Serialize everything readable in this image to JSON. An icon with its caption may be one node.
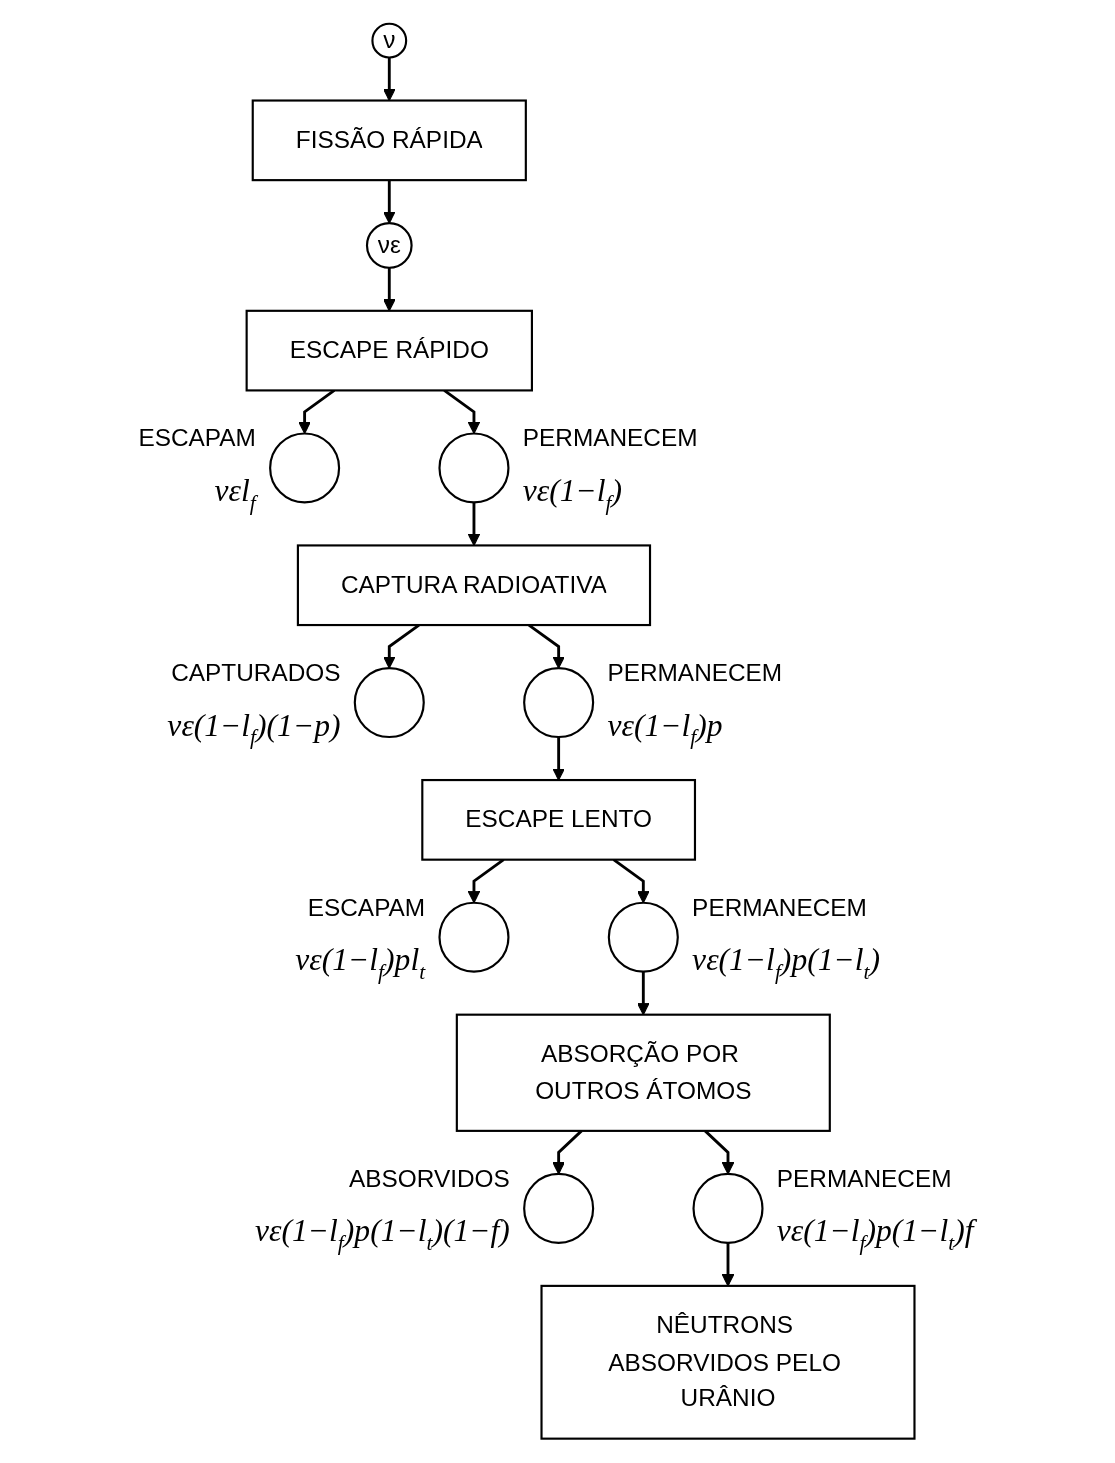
{
  "diagram": {
    "nodes": [
      {
        "text": [
          "ν"
        ]
      },
      {
        "text": [
          "FISSÃO RÁPIDA"
        ]
      },
      {
        "text": [
          "νε"
        ]
      },
      {
        "text": [
          "ESCAPE RÁPIDO"
        ]
      },
      {
        "text": [],
        "shape": "circle",
        "beside": [
          "ESCAPAM",
          "νεl$_{f}$"
        ]
      },
      {
        "text": [],
        "shape": "circle",
        "beside": [
          "PERMANECEM",
          "νε(1−l$_{f}$)"
        ]
      },
      {
        "text": [
          "CAPTURA RADIOATIVA"
        ]
      },
      {
        "text": [],
        "shape": "circle",
        "beside": [
          "CAPTURADOS",
          "νε(1−l$_{f}$)(1−p)"
        ]
      },
      {
        "text": [],
        "shape": "circle",
        "beside": [
          "PERMANECEM",
          "νε(1−l$_{f}$)p"
        ]
      },
      {
        "text": [
          "ESCAPE LENTO"
        ]
      },
      {
        "text": [],
        "shape": "circle",
        "beside": [
          "ESCAPAM",
          "νε(1−l$_{f}$)pl$_{t}$"
        ]
      },
      {
        "text": [],
        "shape": "circle",
        "beside": [
          "PERMANECEM",
          "νε(1−l$_{f}$)p(1−l$_{t}$)"
        ]
      },
      {
        "text": [
          "ABSORÇÃO POR OUTROS ÁTOMOS"
        ]
      },
      {
        "text": [],
        "shape": "circle",
        "beside": [
          "ABSORVIDOS",
          "νε(1−l$_{f}$)p(1−l$_{t}$)(1−f)"
        ]
      },
      {
        "text": [],
        "shape": "circle",
        "beside": [
          "PERMANECEM",
          "νε(1−l$_{f}$)p(1−l$_{t}$)f"
        ]
      },
      {
        "text": [
          "NÊUTRONS ABSORVIDOS PELO URÂNIO"
        ]
      }
    ],
    "edges": [
      {
        "from": 0,
        "to": 1,
        "arrow": "to"
      },
      {
        "from": 1,
        "to": 2,
        "arrow": "to"
      },
      {
        "from": 2,
        "to": 3,
        "arrow": "to"
      },
      {
        "from": 3,
        "to": 4,
        "arrow": "to"
      },
      {
        "from": 3,
        "to": 5,
        "arrow": "to"
      },
      {
        "from": 5,
        "to": 6,
        "arrow": "to"
      },
      {
        "from": 6,
        "to": 7,
        "arrow": "to"
      },
      {
        "from": 6,
        "to": 8,
        "arrow": "to"
      },
      {
        "from": 8,
        "to": 9,
        "arrow": "to"
      },
      {
        "from": 9,
        "to": 10,
        "arrow": "to"
      },
      {
        "from": 9,
        "to": 11,
        "arrow": "to"
      },
      {
        "from": 11,
        "to": 12,
        "arrow": "to"
      },
      {
        "from": 12,
        "to": 13,
        "arrow": "to"
      },
      {
        "from": 12,
        "to": 14,
        "arrow": "to"
      },
      {
        "from": 14,
        "to": 15,
        "arrow": "to"
      }
    ]
  }
}
